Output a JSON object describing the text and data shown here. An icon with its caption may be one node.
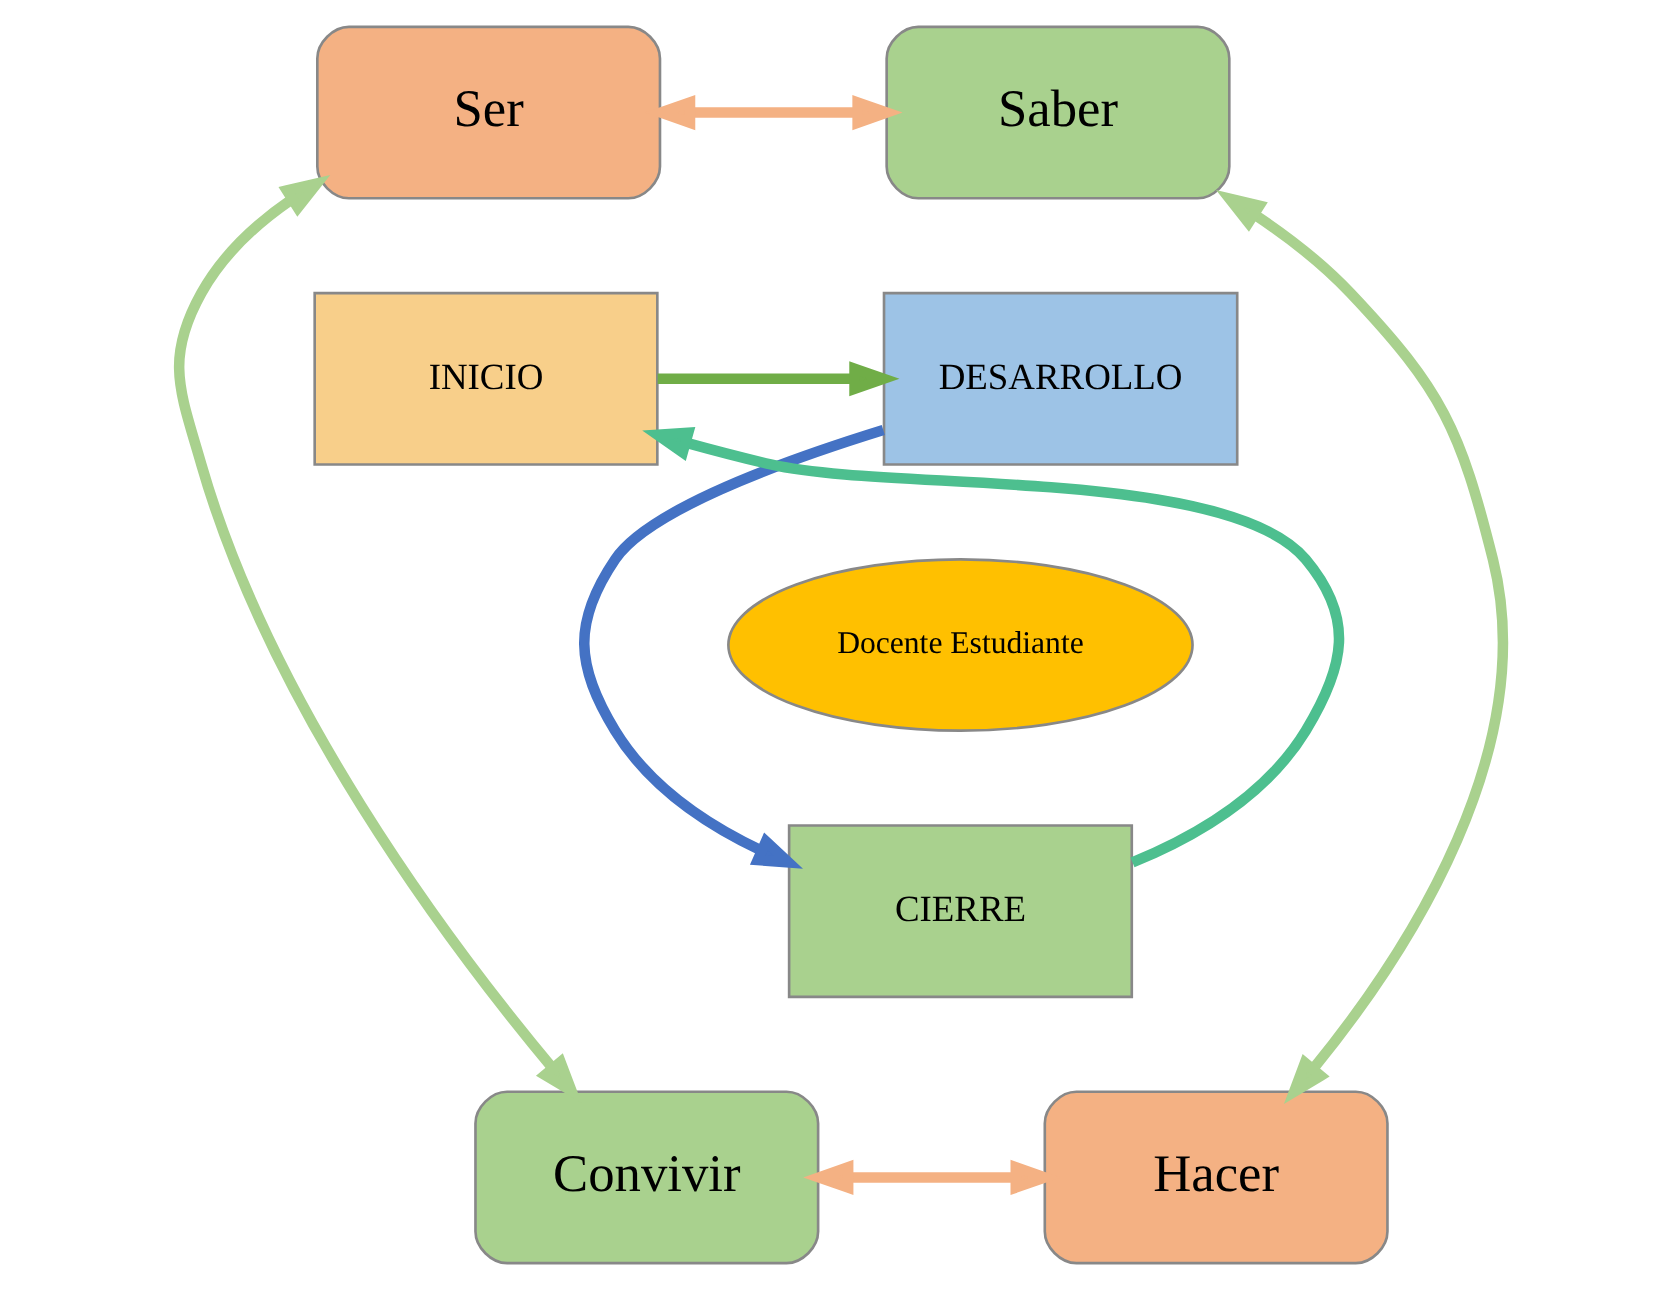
{
  "diagram": {
    "nodes": [
      {
        "text": [
          "Ser"
        ]
      },
      {
        "text": [
          "Saber"
        ]
      },
      {
        "text": [
          "INICIO"
        ]
      },
      {
        "text": [
          "DESARROLLO"
        ]
      },
      {
        "text": [
          "Docente Estudiante"
        ]
      },
      {
        "text": [
          "CIERRE"
        ]
      },
      {
        "text": [
          "Convivir"
        ]
      },
      {
        "text": [
          "Hacer"
        ]
      }
    ],
    "edges": [
      {
        "from": 0,
        "to": 1,
        "arrow": "both",
        "color": "#f4b183"
      },
      {
        "from": 0,
        "to": 6,
        "arrow": "both",
        "color": "#a9d18e"
      },
      {
        "from": 1,
        "to": 7,
        "arrow": "both",
        "color": "#a9d18e"
      },
      {
        "from": 6,
        "to": 7,
        "arrow": "both",
        "color": "#f4b183"
      },
      {
        "from": 2,
        "to": 3,
        "arrow": "to",
        "color": "#70ad47"
      },
      {
        "from": 3,
        "to": 5,
        "arrow": "to",
        "color": "#4472c4"
      },
      {
        "from": 5,
        "to": 2,
        "arrow": "to",
        "color": "#4dbf8f"
      }
    ]
  }
}
